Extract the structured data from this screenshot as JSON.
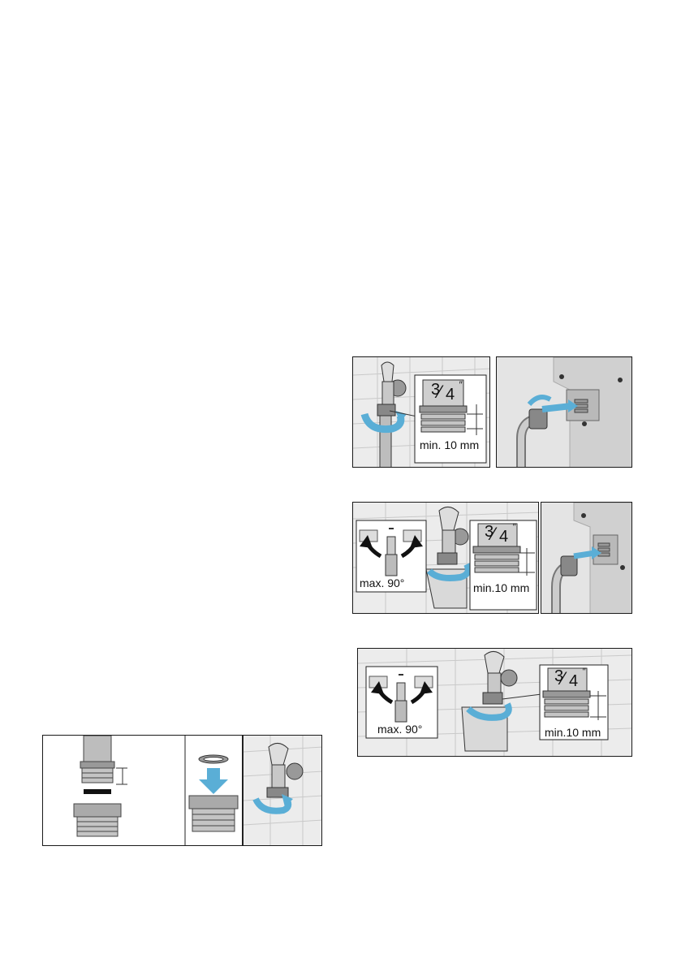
{
  "figures": {
    "fig1": {
      "fraction": {
        "numerator": "3",
        "slash": "⁄",
        "denominator": "4",
        "unit": "″"
      },
      "min_label": "min. 10 mm"
    },
    "fig2": {
      "max_label": "max. 90°",
      "fraction": {
        "numerator": "3",
        "slash": "⁄",
        "denominator": "4",
        "unit": "″"
      },
      "min_label": "min.10 mm"
    },
    "fig3": {
      "max_label": "max. 90°",
      "fraction": {
        "numerator": "3",
        "slash": "⁄",
        "denominator": "4",
        "unit": "″"
      },
      "min_label": "min.10 mm"
    }
  },
  "colors": {
    "arrow_blue": "#5aaed6",
    "wall": "#e9e9e9",
    "metal": "#a9a9a9",
    "appliance": "#d8d8d8"
  },
  "icons": [
    "tap-icon",
    "rotate-arrow-icon",
    "push-arrow-icon",
    "down-arrow-icon",
    "thread-icon",
    "hose-icon",
    "washer-ring-icon"
  ]
}
